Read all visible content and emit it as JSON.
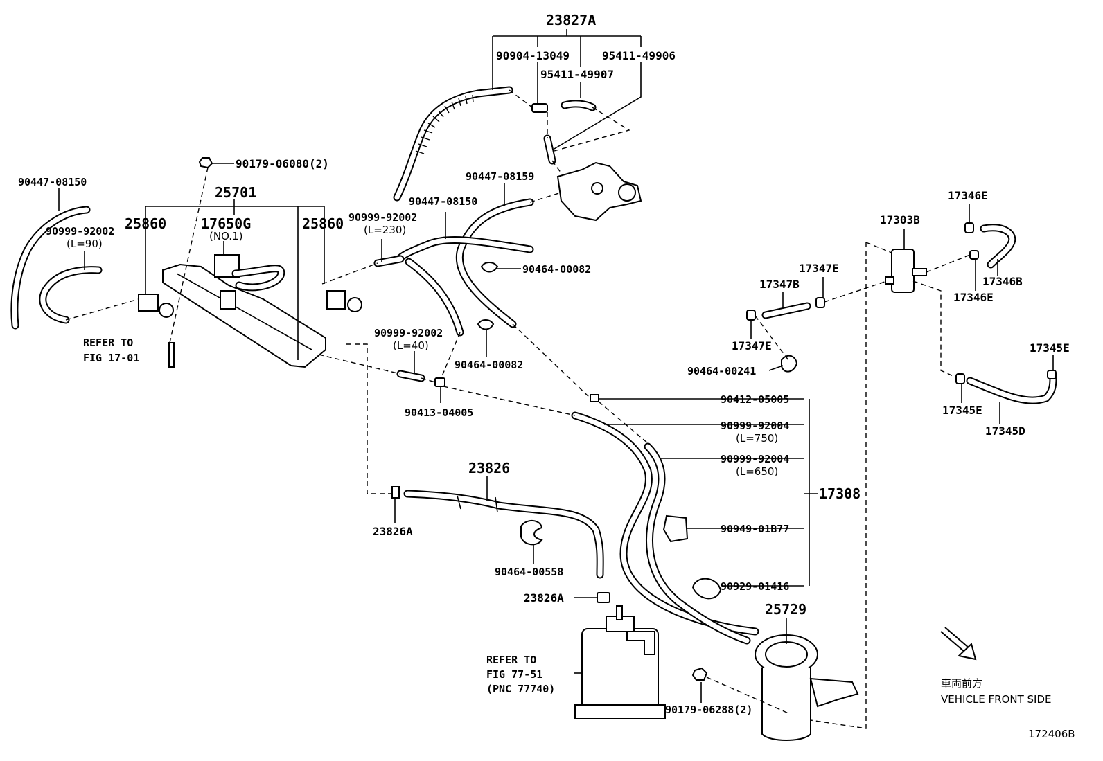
{
  "labels": {
    "p23827A": "23827A",
    "p90904_13049": "90904-13049",
    "p95411_49906": "95411-49906",
    "p95411_49907": "95411-49907",
    "p90179_06080": "90179-06080(2)",
    "p90447_08150_l": "90447-08150",
    "p25701": "25701",
    "p25860_l": "25860",
    "p17650G": "17650G",
    "p17650G_sub": "(NO.1)",
    "p25860_r": "25860",
    "p90999_92002_l": "90999-92002",
    "p90999_92002_l_sub": "(L=90)",
    "p90447_08159": "90447-08159",
    "p90447_08150_c": "90447-08150",
    "p90999_92002_c": "90999-92002",
    "p90999_92002_c_sub": "(L=230)",
    "p90464_00082_a": "90464-00082",
    "p90464_00082_b": "90464-00082",
    "p90999_92002_d": "90999-92002",
    "p90999_92002_d_sub": "(L=40)",
    "p90413_04005": "90413-04005",
    "refer1_line1": "REFER TO",
    "refer1_line2": "FIG 17-01",
    "p17346E_t": "17346E",
    "p17303B": "17303B",
    "p17347E_t": "17347E",
    "p17347B": "17347B",
    "p17346B": "17346B",
    "p17346E_b": "17346E",
    "p17347E_b": "17347E",
    "p90464_00241": "90464-00241",
    "p17345E_t": "17345E",
    "p17345E_b": "17345E",
    "p17345D": "17345D",
    "p90412_05005": "90412-05005",
    "p90999_92004_a": "90999-92004",
    "p90999_92004_a_sub": "(L=750)",
    "p90999_92004_b": "90999-92004",
    "p90999_92004_b_sub": "(L=650)",
    "p17308": "17308",
    "p90949_01B77": "90949-01B77",
    "p90929_01416": "90929-01416",
    "p23826": "23826",
    "p23826A_l": "23826A",
    "p90464_00558": "90464-00558",
    "p23826A_b": "23826A",
    "p25729": "25729",
    "refer2_line1": "REFER TO",
    "refer2_line2": "FIG 77-51",
    "refer2_line3": "(PNC 77740)",
    "p90179_06288": "90179-06288(2)",
    "front_jp": "車両前方",
    "front_en": "VEHICLE FRONT SIDE",
    "figure_id": "172406B"
  },
  "colors": {
    "ink": "#000000",
    "paper": "#ffffff"
  },
  "icons": {
    "front_arrow": "arrow-down-right-icon"
  }
}
